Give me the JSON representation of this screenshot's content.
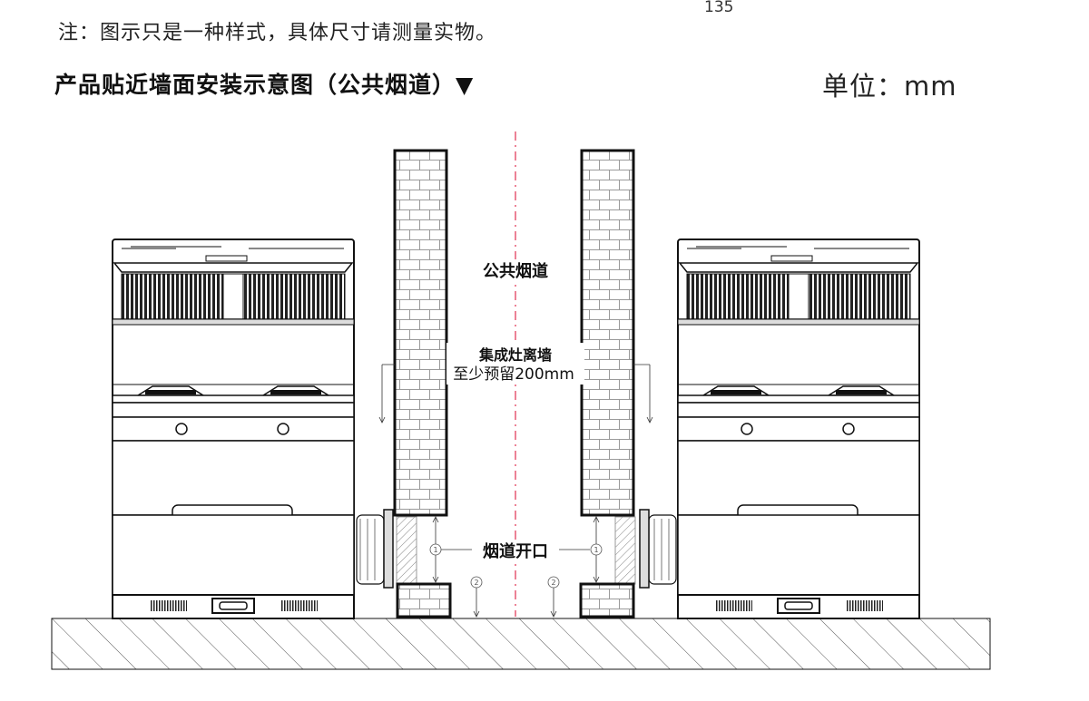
{
  "header": {
    "note": "注：图示只是一种样式，具体尺寸请测量实物。",
    "page_number": "135",
    "title": "产品贴近墙面安装示意图（公共烟道）▼",
    "unit": "单位：mm"
  },
  "diagram": {
    "flue_label": "公共烟道",
    "clearance_line1": "集成灶离墙",
    "clearance_line2": "至少预留200mm",
    "opening_label": "烟道开口",
    "marker_1": "1",
    "marker_2": "2"
  },
  "colors": {
    "outline": "#111111",
    "centerline": "#e03050",
    "brick_line": "#9a9a9a",
    "hatch": "#555555"
  }
}
